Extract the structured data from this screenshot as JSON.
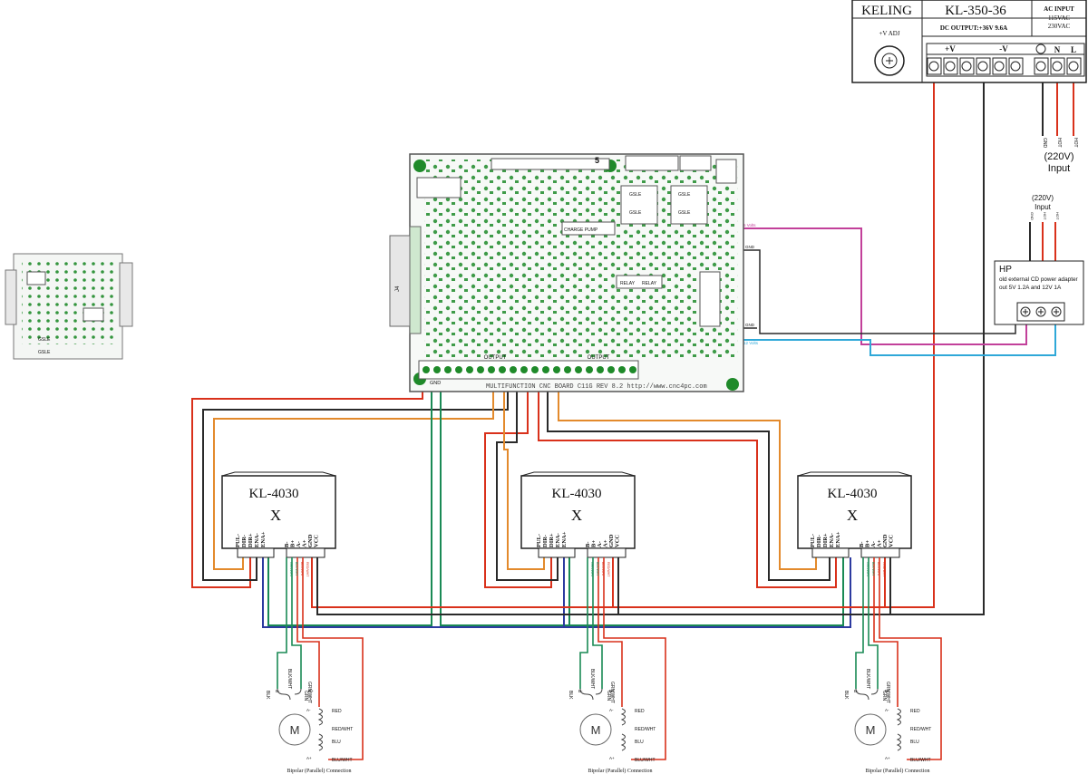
{
  "power_supply": {
    "brand": "KELING",
    "model": "KL-350-36",
    "ac_input_title": "AC INPUT",
    "ac_115": "115VAC",
    "ac_230": "230VAC",
    "v_adj": "+V ADJ",
    "dc_output": "DC OUTPUT:+36V  9.6A",
    "plus_v": "+V",
    "minus_v": "-V",
    "term_n": "N",
    "term_l": "L"
  },
  "mains_input": {
    "gnd": "GND",
    "hot1": "HOT",
    "hot2": "HOT",
    "volts": "(220V)",
    "label": "Input"
  },
  "hp_adapter": {
    "volts": "(220V)",
    "label": "Input",
    "gnd": "GND",
    "hot1": "HOT",
    "hot2": "HOT",
    "title": "HP",
    "line1": "old external CD power adapter",
    "line2": "out 5V 1.2A and 12V 1A",
    "tag_5v": "5 Volts",
    "tag_12v": "12 Volts",
    "gnd_top": "GND",
    "gnd_bot": "GND"
  },
  "board": {
    "title": "MULTIFUNCTION CNC BOARD C11G REV 8.2  http://www.cnc4pc.com",
    "output1": "OUTPUT",
    "output2": "OUTPUT",
    "gnd": "GND",
    "pin_5": "5",
    "charge_pump": "CHARGE PUMP",
    "sle1": "GSLE",
    "sle2": "GSLE",
    "sle3": "GSLE",
    "sle4": "GSLE",
    "relay1": "RELAY",
    "relay2": "RELAY",
    "port": "J4"
  },
  "mini_board": {
    "sle1": "GSLE",
    "sle2": "GSLE"
  },
  "drivers": [
    {
      "model": "KL-4030",
      "axis": "X",
      "left_pins": [
        "PUL-",
        "DIR-",
        "DIR+",
        "ENA-",
        "ENA+"
      ],
      "right_pins": [
        "B-",
        "B+",
        "A-",
        "A+",
        "GND",
        "VCC"
      ]
    },
    {
      "model": "KL-4030",
      "axis": "X",
      "left_pins": [
        "PUL-",
        "DIR-",
        "DIR+",
        "ENA-",
        "ENA+"
      ],
      "right_pins": [
        "B-",
        "B+",
        "A-",
        "A+",
        "GND",
        "VCC"
      ]
    },
    {
      "model": "KL-4030",
      "axis": "X",
      "left_pins": [
        "PUL-",
        "DIR-",
        "DIR+",
        "ENA-",
        "ENA+"
      ],
      "right_pins": [
        "B-",
        "B+",
        "A-",
        "A+",
        "GND",
        "VCC"
      ]
    }
  ],
  "wire_tags": {
    "green_white": "GRN/WHT",
    "black_white": "BLK/WHT",
    "blue_white": "BLU/WHT",
    "red_white": "RED/WHT"
  },
  "motors": [
    {
      "blk": "BLK",
      "blk_wht": "BLK/WHT",
      "grn": "GRN",
      "grn_wht": "GRN/WHT",
      "red": "RED",
      "red_wht": "RED/WHT",
      "blu": "BLU",
      "blu_wht": "BLU/WHT",
      "motor": "M",
      "b_minus": "B-",
      "b_plus": "B+",
      "a_minus": "A-",
      "a_plus": "A+",
      "caption": "Bipolar (Parallel) Connection"
    },
    {
      "blk": "BLK",
      "blk_wht": "BLK/WHT",
      "grn": "GRN",
      "grn_wht": "GRN/WHT",
      "red": "RED",
      "red_wht": "RED/WHT",
      "blu": "BLU",
      "blu_wht": "BLU/WHT",
      "motor": "M",
      "b_minus": "B-",
      "b_plus": "B+",
      "a_minus": "A-",
      "a_plus": "A+",
      "caption": "Bipolar (Parallel) Connection"
    },
    {
      "blk": "BLK",
      "blk_wht": "BLK/WHT",
      "grn": "GRN",
      "grn_wht": "GRN/WHT",
      "red": "RED",
      "red_wht": "RED/WHT",
      "blu": "BLU",
      "blu_wht": "BLU/WHT",
      "motor": "M",
      "b_minus": "B-",
      "b_plus": "B+",
      "a_minus": "A-",
      "a_plus": "A+",
      "caption": "Bipolar (Parallel) Connection"
    }
  ],
  "colors": {
    "wire_red": "#d9311b",
    "wire_black": "#2a2a2a",
    "wire_orange": "#e38a2c",
    "wire_green": "#1a8a55",
    "wire_blue": "#2c3aa0",
    "wire_cyan": "#2fa8d8",
    "wire_magenta": "#c2409a",
    "pcb_green": "#1f8a2a"
  }
}
